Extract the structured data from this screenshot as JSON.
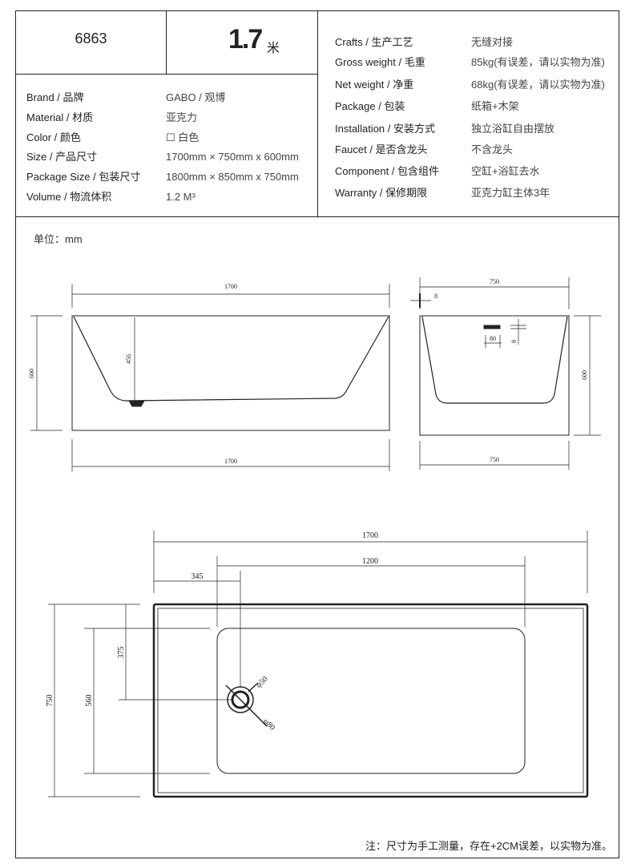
{
  "header": {
    "model": "6863",
    "length_value": "1.7",
    "length_unit": "米"
  },
  "specs_left": [
    {
      "label": "Brand / 品牌",
      "value": "GABO / 观博"
    },
    {
      "label": "Material / 材质",
      "value": "亚克力"
    },
    {
      "label": "Color / 颜色",
      "value": "☐ 白色"
    },
    {
      "label": "Size / 产品尺寸",
      "value": "1700mm × 750mm x 600mm"
    },
    {
      "label": "Package Size / 包装尺寸",
      "value": "1800mm × 850mm x 750mm"
    },
    {
      "label": "Volume / 物流体积",
      "value": "1.2 M³"
    }
  ],
  "specs_right": [
    {
      "label": "Crafts / 生产工艺",
      "value": "无缝对接"
    },
    {
      "label": "Gross weight / 毛重",
      "value": "85kg(有误差，请以实物为准)"
    },
    {
      "label": "Net weight / 净重",
      "value": "68kg(有误差，请以实物为准)"
    },
    {
      "label": "Package / 包装",
      "value": "纸箱+木架"
    },
    {
      "label": "Installation / 安装方式",
      "value": "独立浴缸自由摆放"
    },
    {
      "label": "Faucet / 是否含龙头",
      "value": "不含龙头"
    },
    {
      "label": "Component / 包含组件",
      "value": "空缸+浴缸去水"
    },
    {
      "label": "Warranty / 保修期限",
      "value": "亚克力缸主体3年"
    }
  ],
  "unit_note": "单位：mm",
  "front_view": {
    "top_width": "1700",
    "bottom_width": "1700",
    "height": "600",
    "inner_depth": "456"
  },
  "side_view": {
    "top_width": "750",
    "bottom_width": "750",
    "height": "600",
    "rim": "8",
    "overflow_w": "80",
    "overflow_h": "8"
  },
  "top_view": {
    "total_length": "1700",
    "inner_length": "1200",
    "drain_offset": "345",
    "drain_from_top": "375",
    "inner_width": "560",
    "total_width": "750",
    "drain_dia_outer": "φ80",
    "drain_dia_inner": "φ50"
  },
  "footnote": "注：尺寸为手工测量，存在+2CM误差，以实物为准。"
}
